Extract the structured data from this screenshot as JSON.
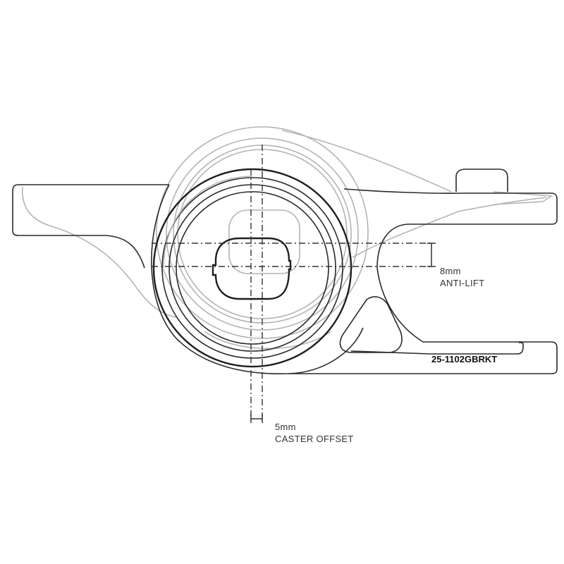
{
  "annotations": {
    "anti_lift_value": "8mm",
    "anti_lift_label": "ANTI-LIFT",
    "caster_value": "5mm",
    "caster_label": "CASTER OFFSET",
    "part_number": "25-1102GBRKT"
  },
  "colors": {
    "ghost_outline": "#b4b4b4",
    "main_outline": "#2a2a2a",
    "background": "#ffffff"
  }
}
